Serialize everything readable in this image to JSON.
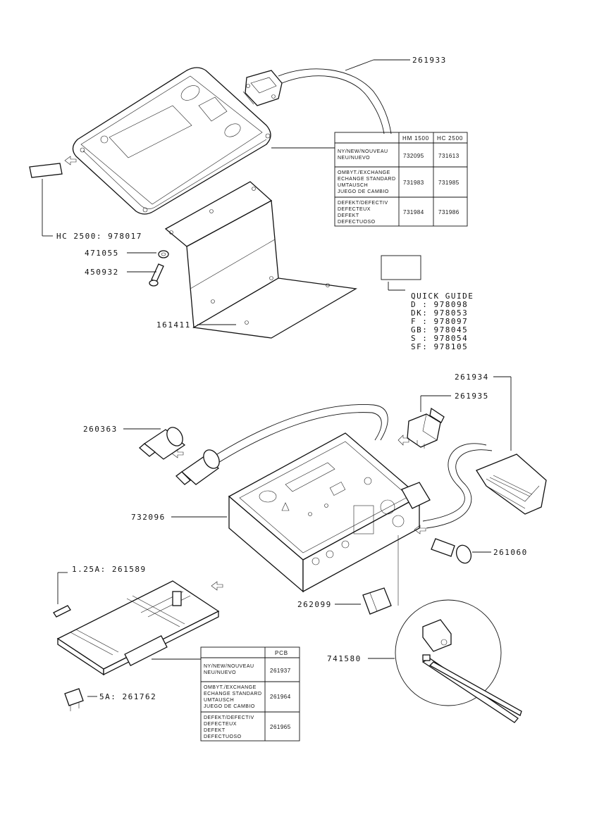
{
  "top_assembly": {
    "cable_label": "261933",
    "unit_label": "HC 2500: 978017",
    "washer_label": "471055",
    "screw_label": "450932",
    "bracket_label": "161411",
    "table": {
      "headers": [
        "",
        "HM 1500",
        "HC 2500"
      ],
      "rows": [
        {
          "lines": [
            "NY/NEW/NOUVEAU",
            "NEU/NUEVO"
          ],
          "c1": "732095",
          "c2": "731613"
        },
        {
          "lines": [
            "OMBYT./EXCHANGE",
            "ECHANGE STANDARD",
            "UMTAUSCH",
            "JUEGO DE CAMBIO"
          ],
          "c1": "731983",
          "c2": "731985"
        },
        {
          "lines": [
            "DEFEKT/DEFECTIV",
            "DEFECTEUX",
            "DEFEKT",
            "DEFECTUOSO"
          ],
          "c1": "731984",
          "c2": "731986"
        }
      ]
    },
    "quick_guide": {
      "title": "QUICK GUIDE",
      "items": [
        "D  : 978098",
        "DK: 978053",
        "F  : 978097",
        "GB: 978045",
        "S  : 978054",
        "SF: 978105"
      ]
    }
  },
  "bottom_assembly": {
    "connector_label": "261934",
    "switch_label": "261935",
    "plug_label": "260363",
    "box_label": "732096",
    "socket_label": "261060",
    "fuse_label": "1.25A: 261589",
    "relay_label": "262099",
    "tie_label": "741580",
    "blade_fuse_label": "5A: 261762",
    "pcb_table": {
      "headers": [
        "",
        "PCB"
      ],
      "rows": [
        {
          "lines": [
            "NY/NEW/NOUVEAU",
            "NEU/NUEVO"
          ],
          "c1": "261937"
        },
        {
          "lines": [
            "OMBYT./EXCHANGE",
            "ECHANGE STANDARD",
            "UMTAUSCH",
            "JUEGO DE CAMBIO"
          ],
          "c1": "261964"
        },
        {
          "lines": [
            "DEFEKT/DEFECTIV",
            "DEFECTEUX",
            "DEFEKT",
            "DEFECTUOSO"
          ],
          "c1": "261965"
        }
      ]
    }
  }
}
